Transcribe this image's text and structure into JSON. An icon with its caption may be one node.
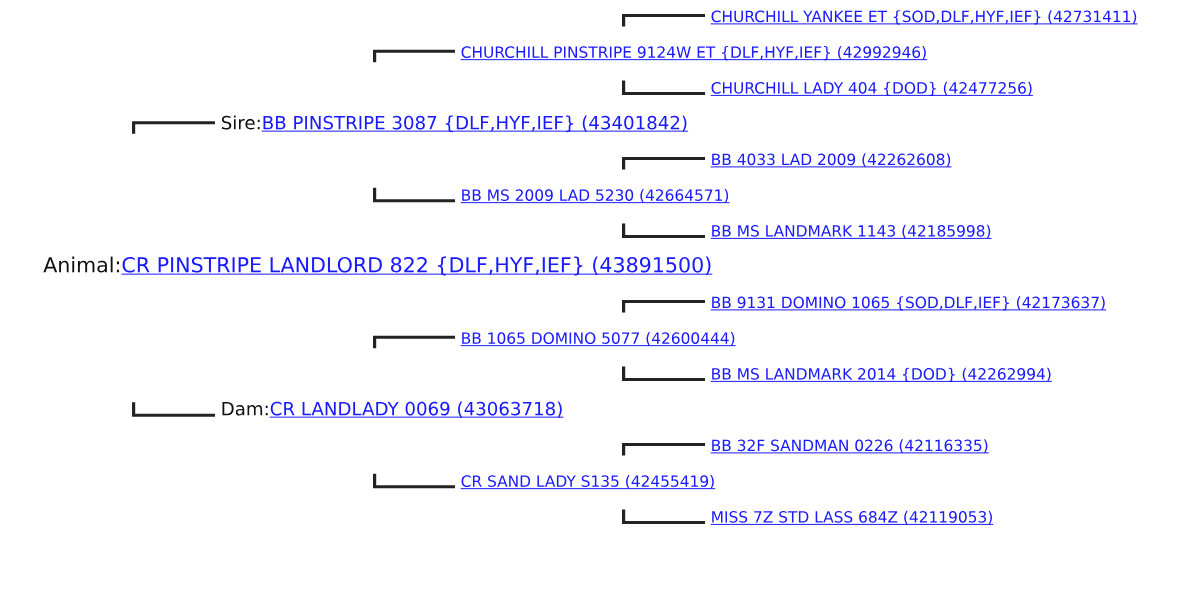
{
  "diagram": {
    "nodes": [
      {
        "text": [
          "CHURCHILL YANKEE ET {SOD,DLF,HYF,IEF} (42731411)"
        ]
      },
      {
        "text": [
          "CHURCHILL PINSTRIPE 9124W ET {DLF,HYF,IEF} (42992946)"
        ]
      },
      {
        "text": [
          "CHURCHILL LADY 404 {DOD} (42477256)"
        ]
      },
      {
        "text": [
          "Sire:",
          "BB PINSTRIPE 3087 {DLF,HYF,IEF} (43401842)"
        ]
      },
      {
        "text": [
          "BB 4033 LAD 2009 (42262608)"
        ]
      },
      {
        "text": [
          "BB MS 2009 LAD 5230 (42664571)"
        ]
      },
      {
        "text": [
          "BB MS LANDMARK 1143 (42185998)"
        ]
      },
      {
        "text": [
          "Animal:",
          "CR PINSTRIPE LANDLORD 822 {DLF,HYF,IEF} (43891500)"
        ]
      },
      {
        "text": [
          "BB 9131 DOMINO 1065 {SOD,DLF,IEF} (42173637)"
        ]
      },
      {
        "text": [
          "BB 1065 DOMINO 5077 (42600444)"
        ]
      },
      {
        "text": [
          "BB MS LANDMARK 2014 {DOD} (42262994)"
        ]
      },
      {
        "text": [
          "Dam:",
          "CR LANDLADY 0069 (43063718)"
        ]
      },
      {
        "text": [
          "BB 32F SANDMAN 0226 (42116335)"
        ]
      },
      {
        "text": [
          "CR SAND LADY S135 (42455419)"
        ]
      },
      {
        "text": [
          "MISS 7Z STD LASS 684Z (42119053)"
        ]
      }
    ],
    "edges": [
      {
        "from": null,
        "to": 0,
        "arrow": "none"
      },
      {
        "from": null,
        "to": 1,
        "arrow": "none"
      },
      {
        "from": null,
        "to": 2,
        "arrow": "none"
      },
      {
        "from": null,
        "to": 3,
        "arrow": "none"
      },
      {
        "from": null,
        "to": 4,
        "arrow": "none"
      },
      {
        "from": null,
        "to": 5,
        "arrow": "none"
      },
      {
        "from": null,
        "to": 6,
        "arrow": "none"
      },
      {
        "from": null,
        "to": 8,
        "arrow": "none"
      },
      {
        "from": null,
        "to": 9,
        "arrow": "none"
      },
      {
        "from": null,
        "to": 10,
        "arrow": "none"
      },
      {
        "from": null,
        "to": 11,
        "arrow": "none"
      },
      {
        "from": null,
        "to": 12,
        "arrow": "none"
      },
      {
        "from": null,
        "to": 13,
        "arrow": "none"
      },
      {
        "from": null,
        "to": 14,
        "arrow": "none"
      }
    ]
  }
}
